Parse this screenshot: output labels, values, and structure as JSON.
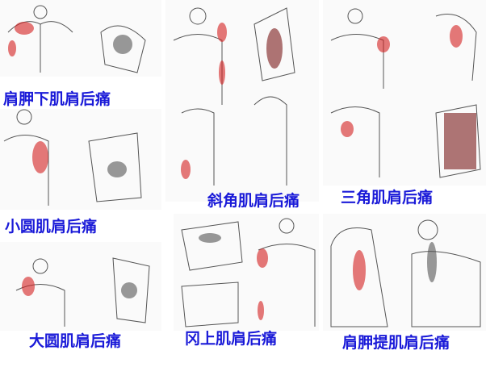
{
  "labels": {
    "subscapularis": "肩胛下肌肩后痛",
    "scalene": "斜角肌肩后痛",
    "deltoid": "三角肌肩后痛",
    "teres_minor": "小圆肌肩后痛",
    "teres_major": "大圆肌肩后痛",
    "supraspinatus": "冈上肌肩后痛",
    "levator_scapulae": "肩胛提肌肩后痛"
  },
  "colors": {
    "label": "#1a1ad8",
    "pain": "#d42020"
  }
}
